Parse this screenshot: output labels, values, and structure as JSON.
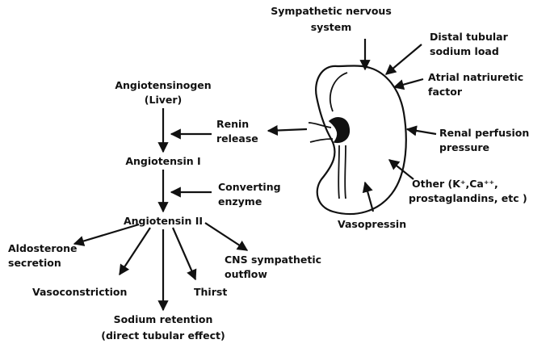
{
  "colors": {
    "ink": "#111111",
    "background": "#ffffff"
  },
  "labels": {
    "sympathetic_1": "Sympathetic nervous",
    "sympathetic_2": "system",
    "distal_1": "Distal tubular",
    "distal_2": "sodium load",
    "anf_1": "Atrial natriuretic",
    "anf_2": "factor",
    "renal_1": "Renal perfusion",
    "renal_2": "pressure",
    "other_1": "Other (K⁺,Ca⁺⁺,",
    "other_2": "prostaglandins, etc )",
    "vasopressin": "Vasopressin",
    "angiotensinogen_1": "Angiotensinogen",
    "angiotensinogen_2": "(Liver)",
    "renin_1": "Renin",
    "renin_2": "release",
    "angiotensin_i": "Angiotensin I",
    "converting_1": "Converting",
    "converting_2": "enzyme",
    "angiotensin_ii": "Angiotensin II",
    "aldosterone_1": "Aldosterone",
    "aldosterone_2": "secretion",
    "vasoconstriction": "Vasoconstriction",
    "thirst": "Thirst",
    "cns_1": "CNS sympathetic",
    "cns_2": "outflow",
    "sodium_1": "Sodium retention",
    "sodium_2": "(direct tubular effect)"
  }
}
